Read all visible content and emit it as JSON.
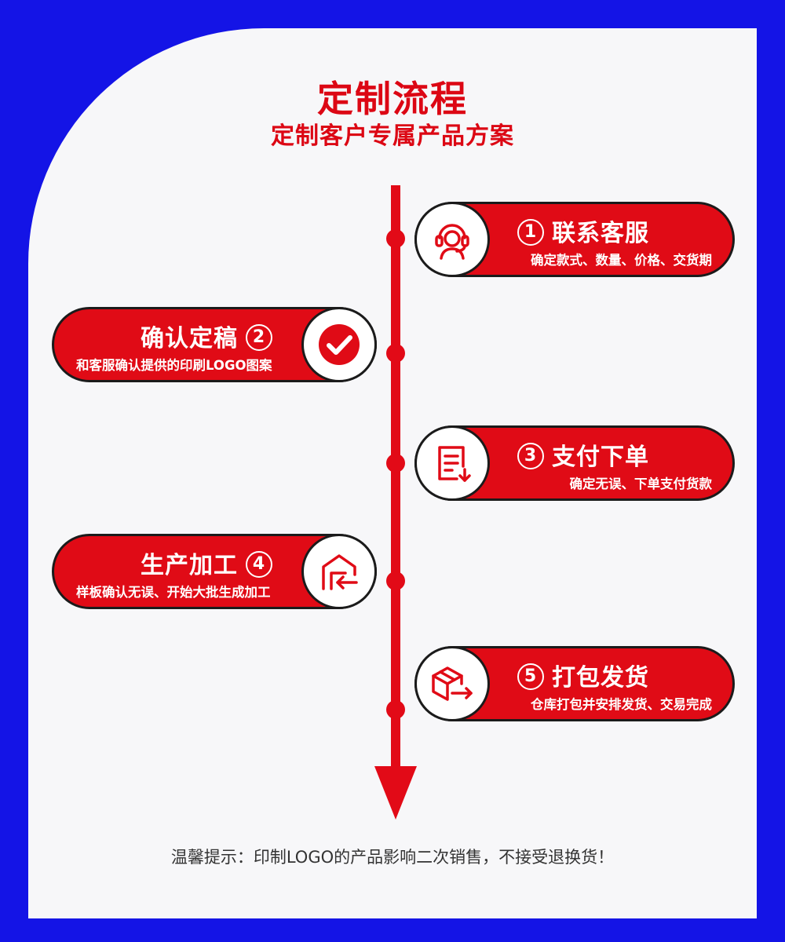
{
  "title": "定制流程",
  "subtitle": "定制客户专属产品方案",
  "colors": {
    "accent": "#e00b16",
    "frame": "#1414e6",
    "background": "#f7f7f9"
  },
  "steps": [
    {
      "number": "1",
      "title": "联系客服",
      "desc": "确定款式、数量、价格、交货期",
      "icon": "customer-service-icon"
    },
    {
      "number": "2",
      "title": "确认定稿",
      "desc": "和客服确认提供的印刷LOGO图案",
      "icon": "checkmark-icon"
    },
    {
      "number": "3",
      "title": "支付下单",
      "desc": "确定无误、下单支付货款",
      "icon": "order-document-icon"
    },
    {
      "number": "4",
      "title": "生产加工",
      "desc": "样板确认无误、开始大批生成加工",
      "icon": "factory-icon"
    },
    {
      "number": "5",
      "title": "打包发货",
      "desc": "仓库打包并安排发货、交易完成",
      "icon": "package-shipping-icon"
    }
  ],
  "tip": "温馨提示：印制LOGO的产品影响二次销售，不接受退换货！"
}
